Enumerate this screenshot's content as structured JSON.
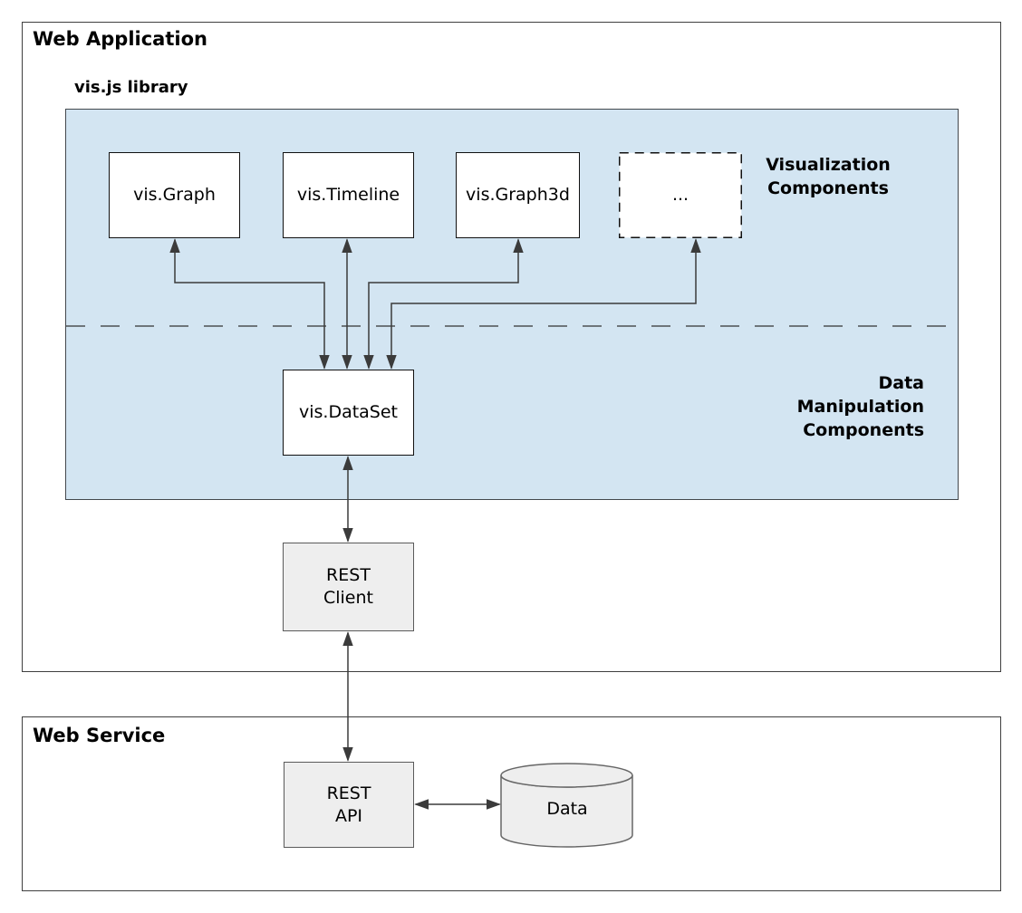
{
  "colors": {
    "panel_blue": "#d3e5f2",
    "node_fill_white": "#ffffff",
    "node_fill_gray": "#eeeeee",
    "node_border": "#111111",
    "arrow": "#3b3b3b"
  },
  "web_application": {
    "title": "Web Application",
    "library_label": "vis.js library",
    "nodes": {
      "graph": "vis.Graph",
      "timeline": "vis.Timeline",
      "graph3d": "vis.Graph3d",
      "ellipsis": "...",
      "dataset": "vis.DataSet",
      "rest_client": "REST\nClient"
    },
    "labels": {
      "visualization": "Visualization\nComponents",
      "data_manipulation": "Data\nManipulation\nComponents"
    }
  },
  "web_service": {
    "title": "Web Service",
    "nodes": {
      "rest_api": "REST\nAPI",
      "data_store": "Data"
    }
  }
}
